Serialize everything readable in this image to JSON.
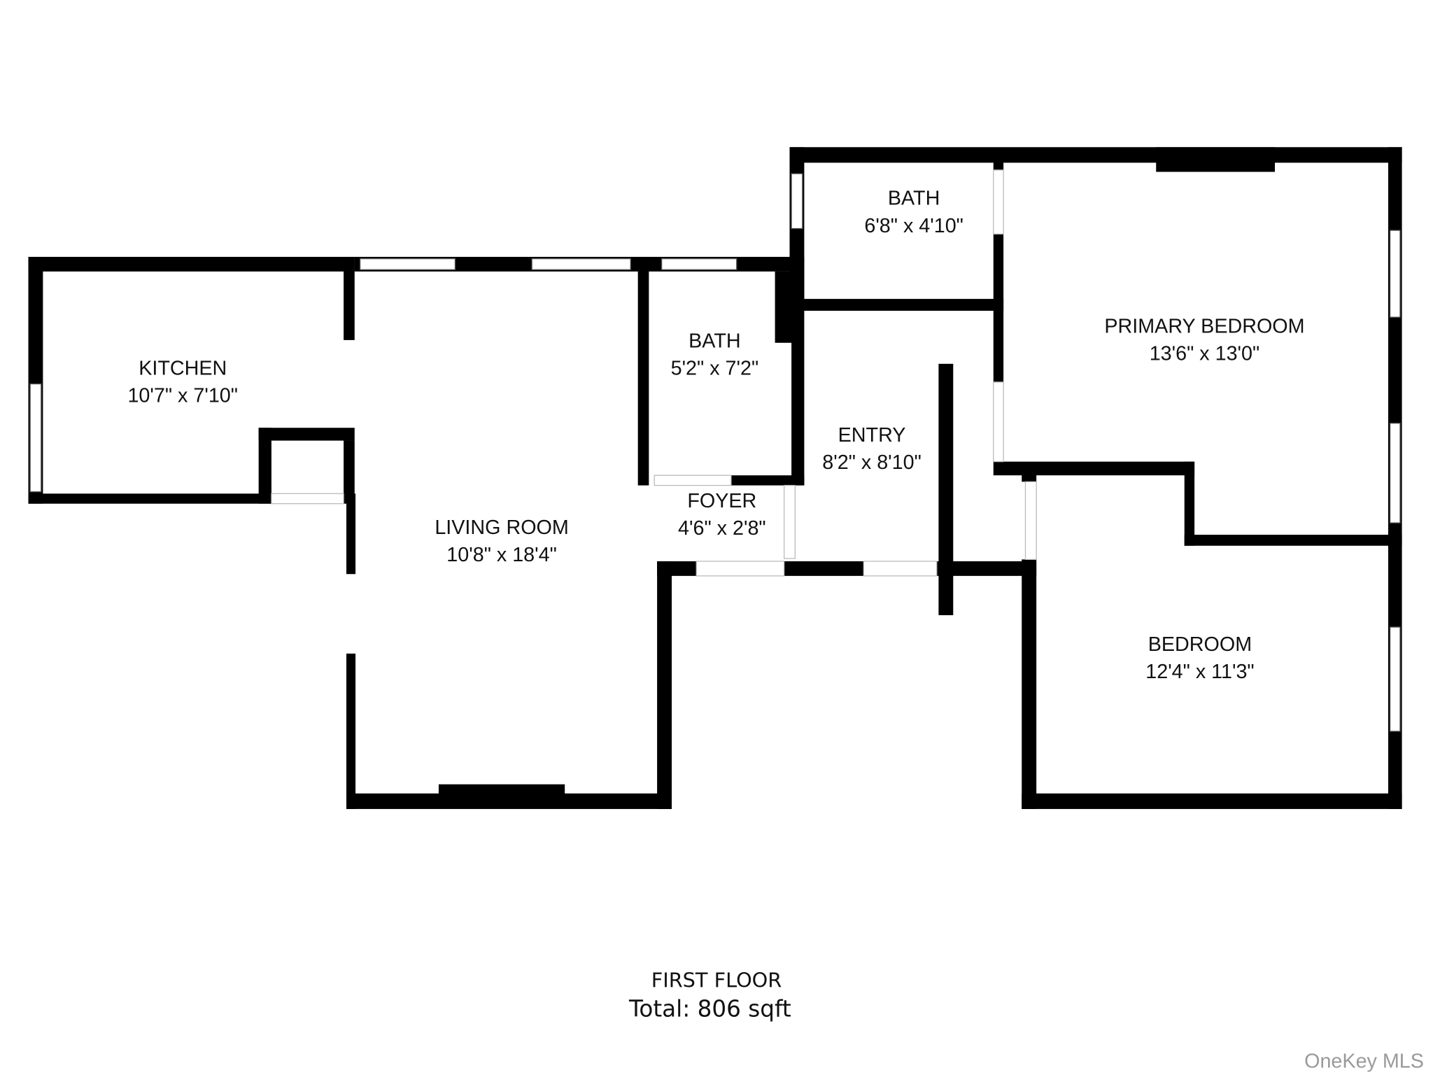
{
  "floor_label": "FIRST FLOOR",
  "total_area": "Total: 806 sqft",
  "watermark": "OneKey MLS",
  "rooms": {
    "kitchen": {
      "name": "KITCHEN",
      "dims": "10'7\" x 7'10\""
    },
    "living_room": {
      "name": "LIVING ROOM",
      "dims": "10'8\" x 18'4\""
    },
    "bath_1": {
      "name": "BATH",
      "dims": "5'2\" x 7'2\""
    },
    "bath_2": {
      "name": "BATH",
      "dims": "6'8\" x 4'10\""
    },
    "foyer": {
      "name": "FOYER",
      "dims": "4'6\" x 2'8\""
    },
    "entry": {
      "name": "ENTRY",
      "dims": "8'2\" x 8'10\""
    },
    "primary_bedroom": {
      "name": "PRIMARY BEDROOM",
      "dims": "13'6\" x 13'0\""
    },
    "bedroom": {
      "name": "BEDROOM",
      "dims": "12'4\" x 11'3\""
    }
  },
  "colors": {
    "wall": "#000000",
    "background": "#ffffff",
    "watermark": "#9a9a9a"
  }
}
